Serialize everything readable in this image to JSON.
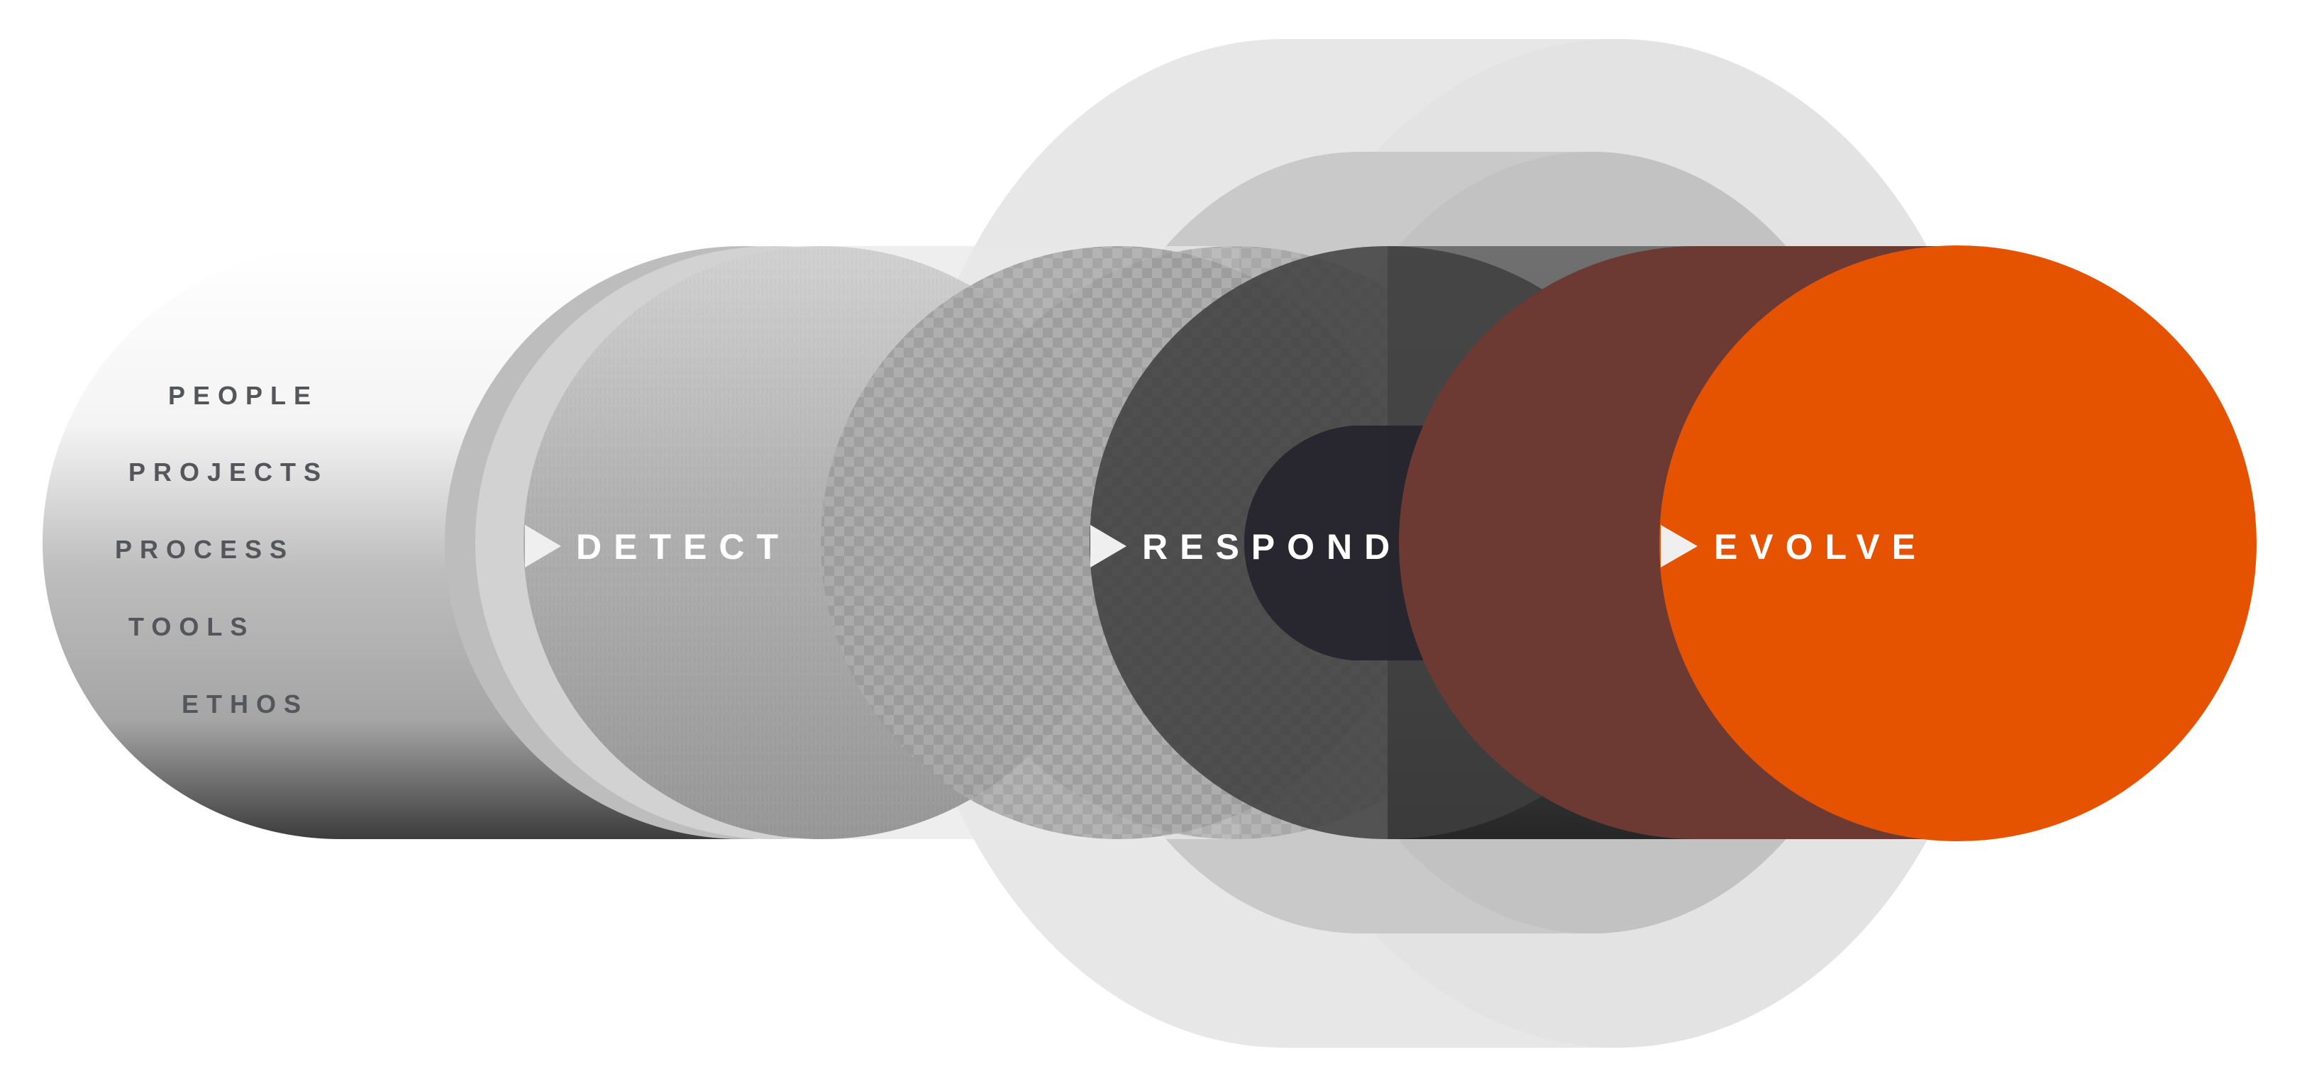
{
  "diagram": {
    "type": "layered-cylinder-flow",
    "side_labels": [
      "PEOPLE",
      "PROJECTS",
      "PROCESS",
      "TOOLS",
      "ETHOS"
    ],
    "stages": [
      {
        "label": "DETECT",
        "icon": "triangle-arrow-icon"
      },
      {
        "label": "RESPOND",
        "icon": "triangle-arrow-icon"
      },
      {
        "label": "EVOLVE",
        "icon": "triangle-arrow-icon"
      }
    ],
    "colors": {
      "background": "#ffffff",
      "side_label_text": "#55565a",
      "stage_label_text": "#ffffff",
      "arrow": "#efefef",
      "outer_halo": "#e4e4e4",
      "middle_halo": "#c6c6c6",
      "detect_back": "#bdbdbd",
      "detect_rim": "#d2d2d2",
      "detect_face": "#a9a9a9",
      "checker_face": "#a6a6a6",
      "respond_body": "#6b6b6b",
      "respond_face": "#454545",
      "core_pill": "#25232b",
      "evolve_back": "#6c3a33",
      "evolve_face": "#e65300"
    }
  }
}
